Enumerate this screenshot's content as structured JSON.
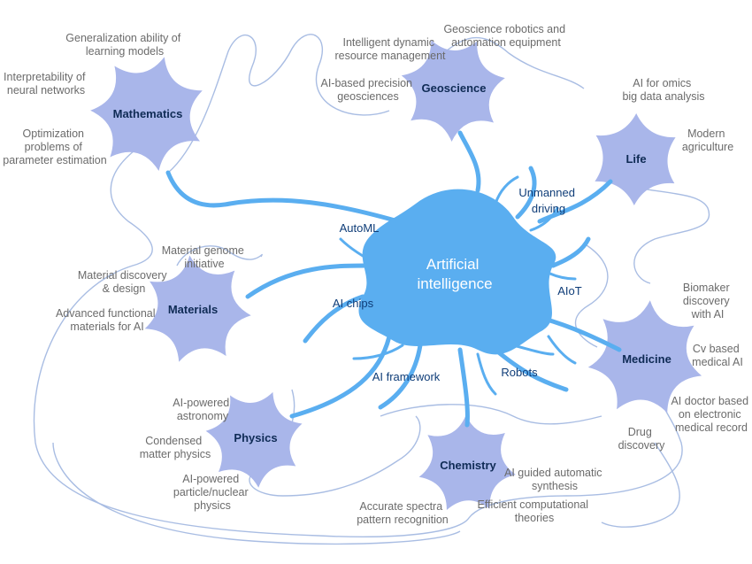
{
  "colors": {
    "core": "#5aaef0",
    "field": "#a9b6ea",
    "boundary": "#a9bde3",
    "branch_text": "#0f3d78",
    "field_text": "#0f2b55",
    "app_text": "#6b6b6b"
  },
  "core": {
    "title_line1": "Artificial",
    "title_line2": "intelligence",
    "branches": {
      "automl": "AutoML",
      "ai_chips": "AI chips",
      "ai_framework": "AI framework",
      "robots": "Robots",
      "aiot": "AIoT",
      "unmanned_line1": "Unmanned",
      "unmanned_line2": "driving"
    }
  },
  "fields": {
    "mathematics": {
      "name": "Mathematics",
      "apps": [
        [
          "Generalization ability of",
          "learning models"
        ],
        [
          "Interpretability of",
          "neural networks"
        ],
        [
          "Optimization",
          "problems of",
          "parameter estimation"
        ]
      ]
    },
    "geoscience": {
      "name": "Geoscience",
      "apps": [
        [
          "Intelligent dynamic",
          "resource management"
        ],
        [
          "Geoscience robotics and",
          "automation equipment"
        ],
        [
          "AI-based precision",
          "geosciences"
        ]
      ]
    },
    "life": {
      "name": "Life",
      "apps": [
        [
          "AI for omics",
          "big data analysis"
        ],
        [
          "Modern",
          "agriculture"
        ]
      ]
    },
    "materials": {
      "name": "Materials",
      "apps": [
        [
          "Material genome",
          "initiative"
        ],
        [
          "Material discovery",
          "& design"
        ],
        [
          "Advanced functional",
          "materials for AI"
        ]
      ]
    },
    "physics": {
      "name": "Physics",
      "apps": [
        [
          "AI-powered",
          "astronomy"
        ],
        [
          "Condensed",
          "matter physics"
        ],
        [
          "AI-powered",
          "particle/nuclear",
          "physics"
        ]
      ]
    },
    "chemistry": {
      "name": "Chemistry",
      "apps": [
        [
          "AI guided automatic",
          "synthesis"
        ],
        [
          "Efficient computational",
          "theories"
        ],
        [
          "Accurate spectra",
          "pattern recognition"
        ]
      ]
    },
    "medicine": {
      "name": "Medicine",
      "apps": [
        [
          "Biomaker",
          "discovery",
          "with AI"
        ],
        [
          "Cv based",
          "medical AI"
        ],
        [
          "AI doctor based",
          "on electronic",
          "medical record"
        ],
        [
          "Drug",
          "discovery"
        ]
      ]
    }
  }
}
